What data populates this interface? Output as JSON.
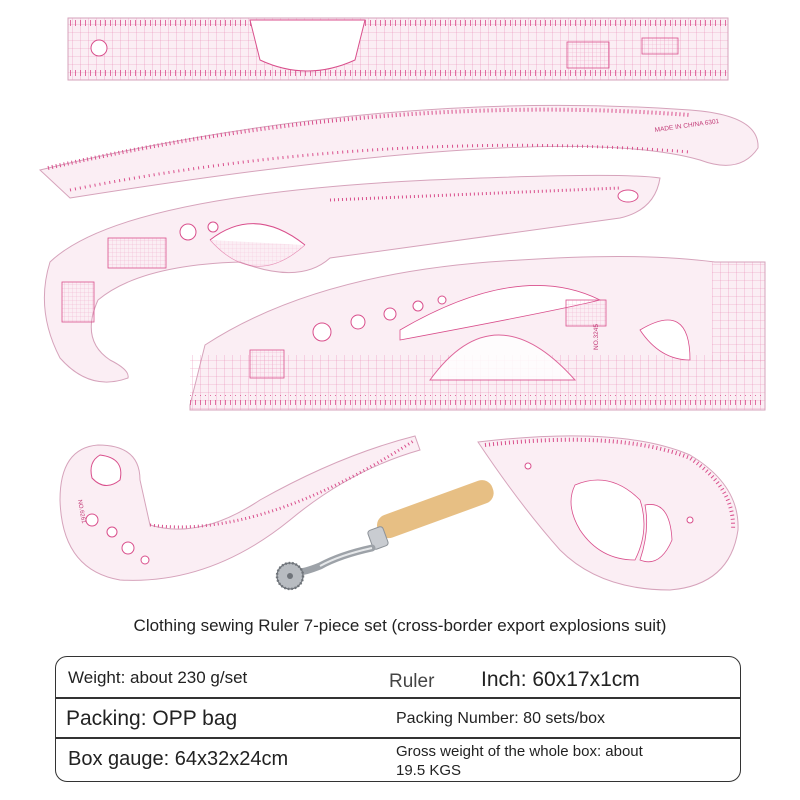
{
  "caption": "Clothing sewing Ruler 7-piece set (cross-border export explosions suit)",
  "specs": {
    "weight": "Weight: about 230 g/set",
    "ruler_label": "Ruler",
    "inch": "Inch: 60x17x1cm",
    "packing": "Packing: OPP bag",
    "packing_number": "Packing Number: 80 sets/box",
    "box_gauge": "Box gauge: 64x32x24cm",
    "gross_weight_line1": "Gross weight of the whole box: about",
    "gross_weight_line2": "19.5 KGS"
  },
  "ruler_marks": {
    "curve_ruler_brand": "MADE IN CHINA 6301",
    "large_ruler_model": "NO.3245",
    "small_curve_model": "NO.6261"
  },
  "colors": {
    "ruler_pink": "#e0619a",
    "ruler_fill": "#fbeef4",
    "wood_handle": "#e7bf84",
    "border": "#333333"
  },
  "icons": [
    "tracing-wheel-icon"
  ]
}
